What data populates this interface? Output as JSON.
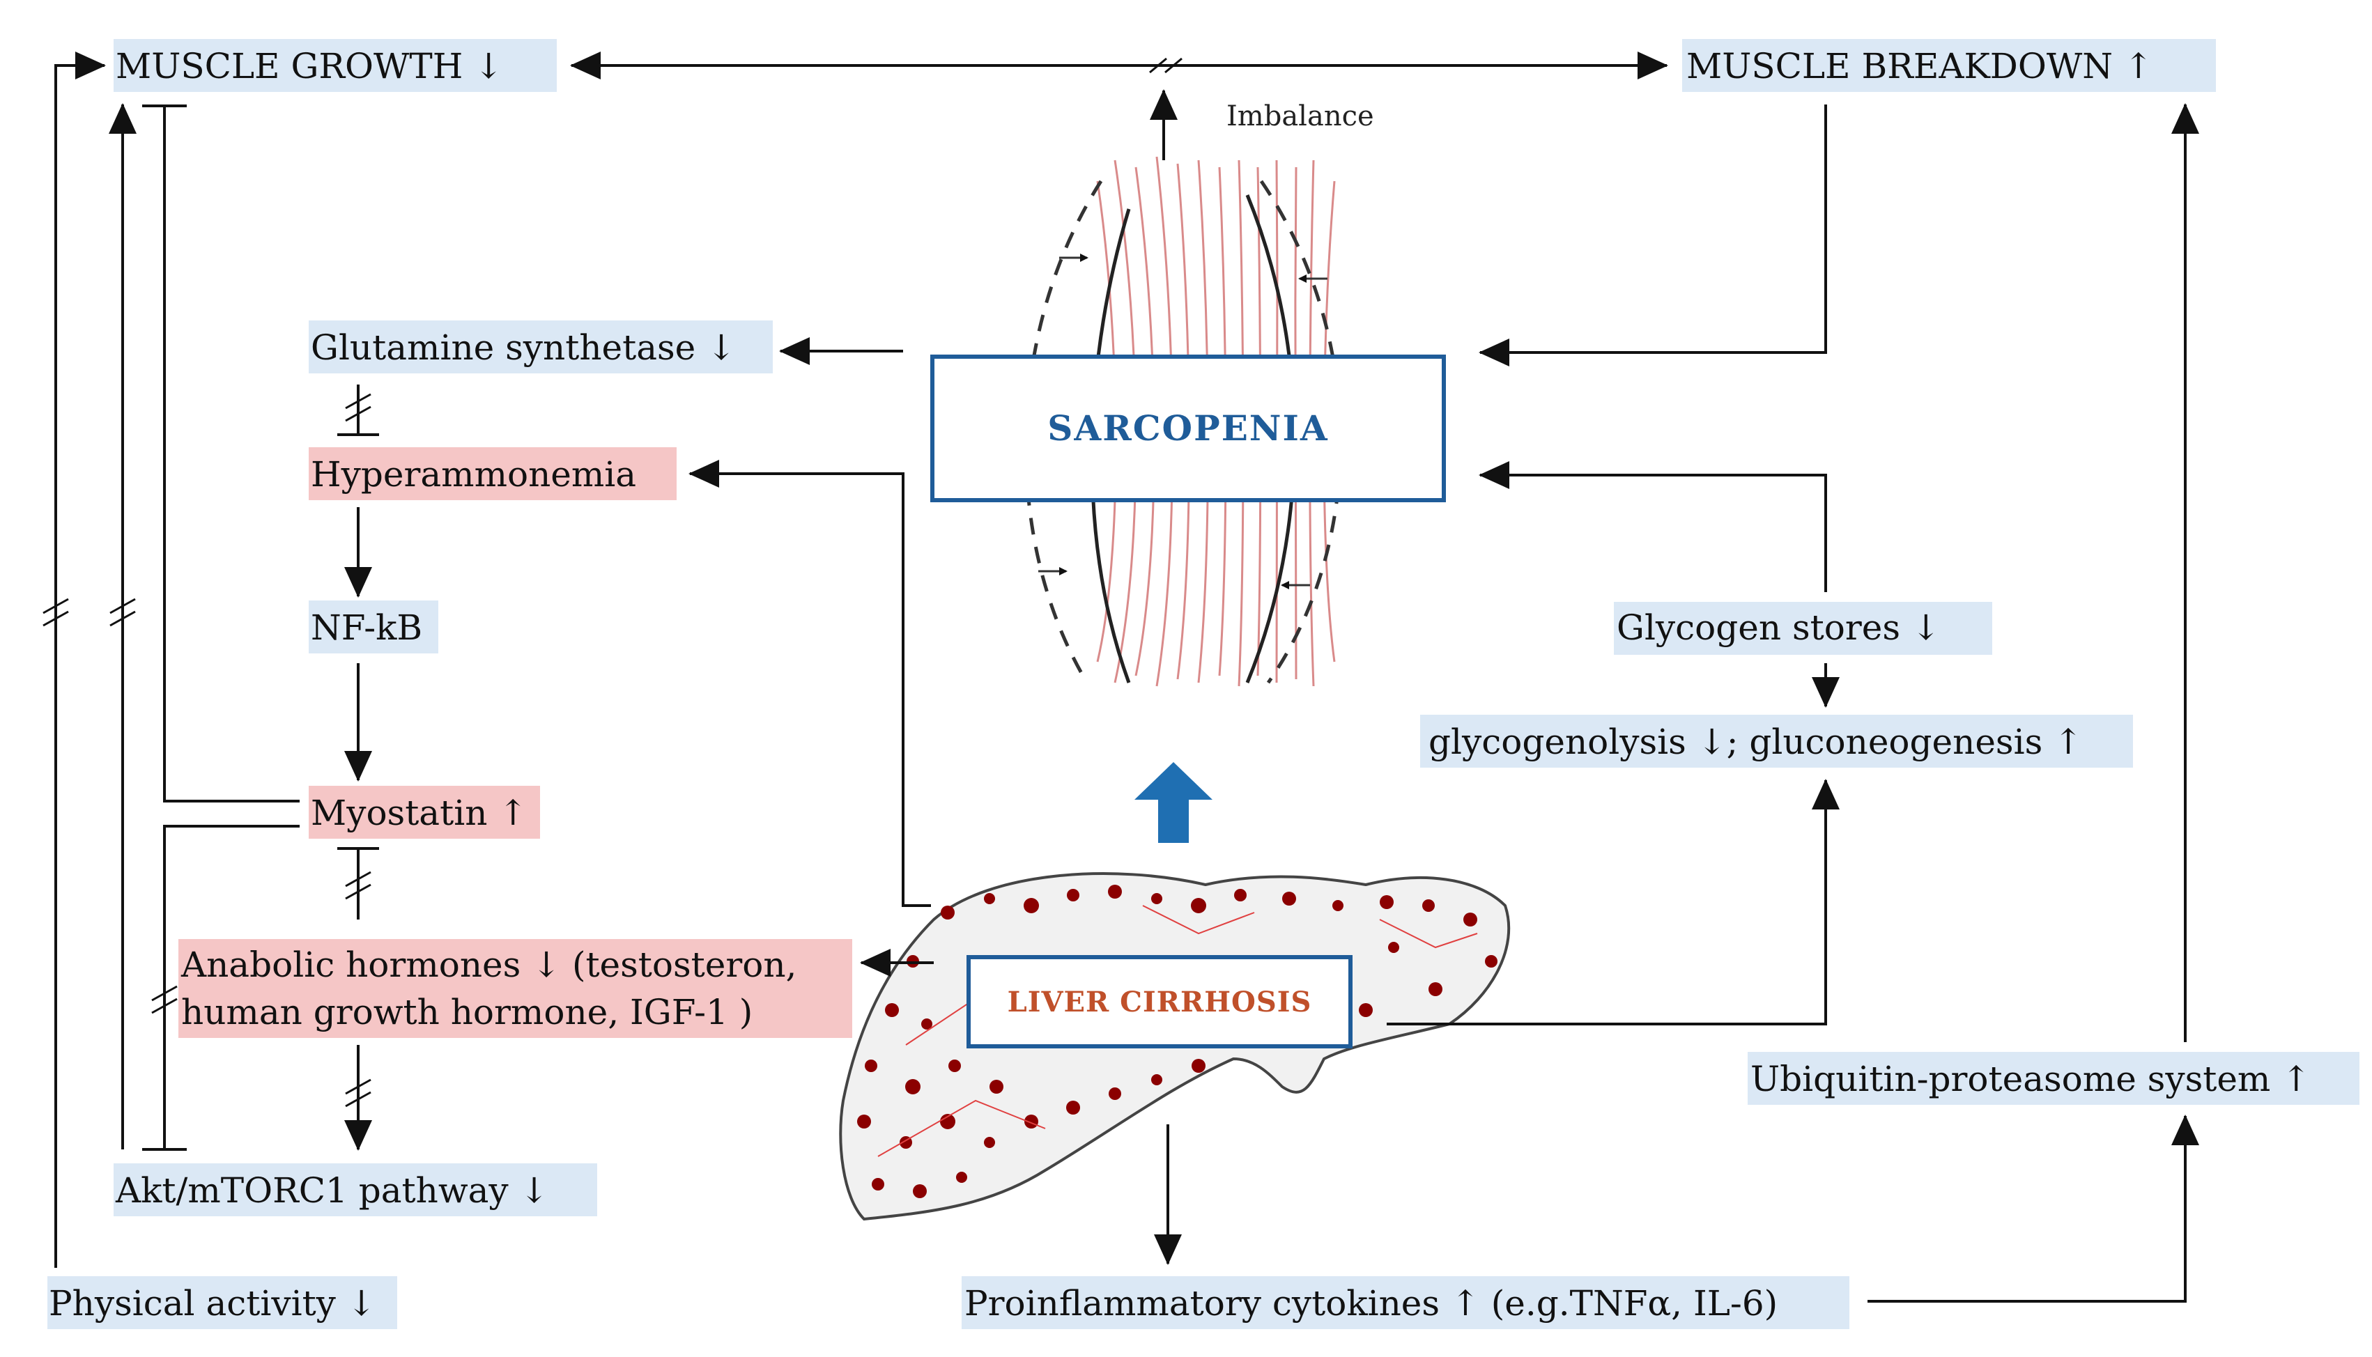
{
  "nodes": {
    "muscle_growth": "MUSCLE GROWTH ↓",
    "muscle_breakdown": "MUSCLE BREAKDOWN ↑",
    "imbalance": "Imbalance",
    "glutamine": "Glutamine synthetase ↓",
    "hyperammonemia": "Hyperammonemia",
    "nfkb": "NF-kB",
    "myostatin": "Myostatin ↑",
    "anabolic_line1": "Anabolic hormones ↓ (testosteron,",
    "anabolic_line2": "human growth hormone, IGF-1 )",
    "akt": "Akt/mTORC1 pathway ↓",
    "physical_activity": "Physical activity ↓",
    "sarcopenia": "SARCOPENIA",
    "liver_cirrhosis": "LIVER CIRRHOSIS",
    "glycogen": "Glycogen stores ↓",
    "glycogenolysis": "glycogenolysis ↓; gluconeogenesis  ↑",
    "ubiquitin": "Ubiquitin-proteasome system ↑",
    "cytokines": "Proinflammatory cytokines ↑ (e.g.TNFα, IL-6)"
  },
  "colors": {
    "highlight_blue": "#dbe8f5",
    "highlight_pink": "#f5c6c6",
    "box_blue": "#1f5c99",
    "title_orange": "#c0502a",
    "big_arrow": "#1f6fb2",
    "liver_dot": "#8b0000"
  }
}
